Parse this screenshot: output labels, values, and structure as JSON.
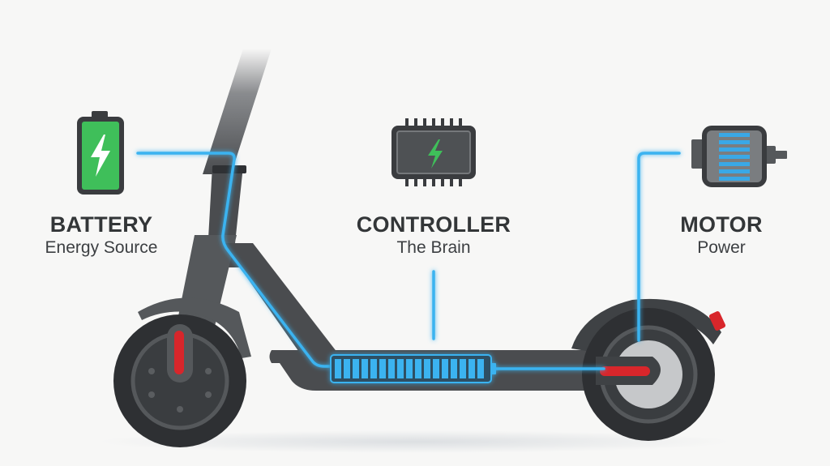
{
  "diagram": {
    "subject": "Electric scooter power flow",
    "components": [
      {
        "id": "battery",
        "title": "BATTERY",
        "subtitle": "Energy Source",
        "icon": "battery-icon",
        "icon_color": "#3fbf5a"
      },
      {
        "id": "controller",
        "title": "CONTROLLER",
        "subtitle": "The Brain",
        "icon": "chip-icon",
        "icon_color": "#3fbf5a"
      },
      {
        "id": "motor",
        "title": "MOTOR",
        "subtitle": "Power",
        "icon": "motor-icon",
        "icon_color": "#3aa8e6"
      }
    ],
    "deck_battery_cells": 17,
    "motor_bars": 7
  },
  "colors": {
    "background": "#f7f7f6",
    "frame": "#4a4c4f",
    "tire": "#2e3033",
    "wire_glow": "#3bb3f0",
    "battery_green": "#3fbf5a",
    "reflector_red": "#d8262b",
    "text": "#333638"
  }
}
